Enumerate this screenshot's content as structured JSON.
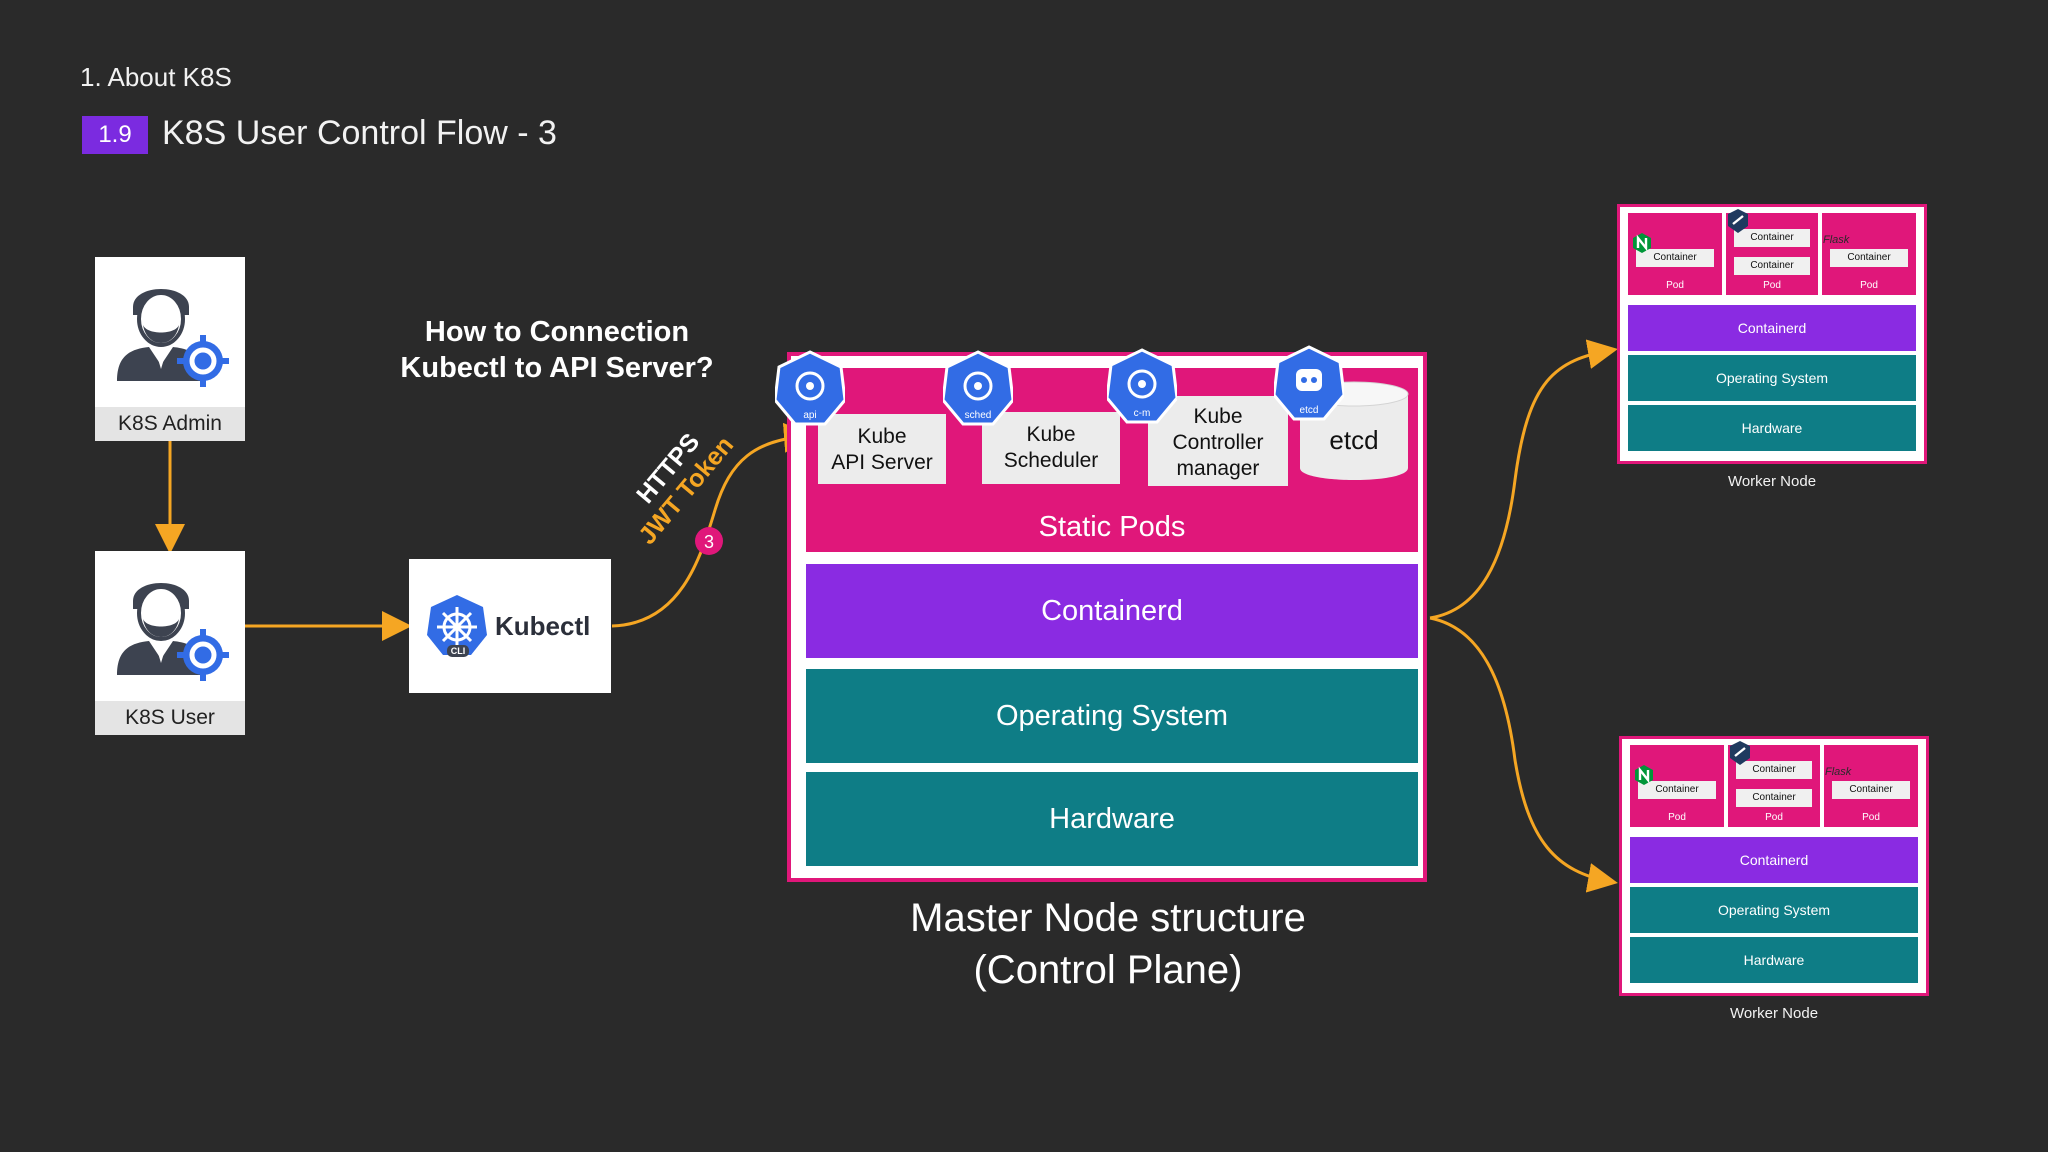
{
  "header": {
    "section": "1. About K8S",
    "badge": "1.9",
    "title": "K8S User Control Flow - 3"
  },
  "admin": {
    "label": "K8S Admin"
  },
  "user": {
    "label": "K8S User"
  },
  "kubectl": {
    "label": "Kubectl",
    "cli": "CLI"
  },
  "question": {
    "line1": "How to Connection",
    "line2": "Kubectl to API Server?"
  },
  "connection": {
    "https": "HTTPS",
    "jwt": "JWT Token",
    "step": "3"
  },
  "master": {
    "components": [
      {
        "icon_text": "api",
        "line1": "Kube",
        "line2": "API Server"
      },
      {
        "icon_text": "sched",
        "line1": "Kube",
        "line2": "Scheduler"
      },
      {
        "icon_text": "c-m",
        "line1": "Kube",
        "line2": "Controller",
        "line3": "manager"
      },
      {
        "icon_text": "etcd",
        "line1": "etcd"
      }
    ],
    "static_pods": "Static Pods",
    "containerd": "Containerd",
    "os": "Operating System",
    "hardware": "Hardware",
    "title_line1": "Master Node structure",
    "title_line2": "(Control Plane)"
  },
  "worker": {
    "container": "Container",
    "pod": "Pod",
    "flask": "Flask",
    "containerd": "Containerd",
    "os": "Operating System",
    "hardware": "Hardware",
    "label": "Worker Node"
  },
  "colors": {
    "magenta": "#e0177a",
    "purple": "#8a2be2",
    "teal": "#0e7d86",
    "arrow": "#f5a623",
    "k8s_blue": "#326ce5"
  }
}
